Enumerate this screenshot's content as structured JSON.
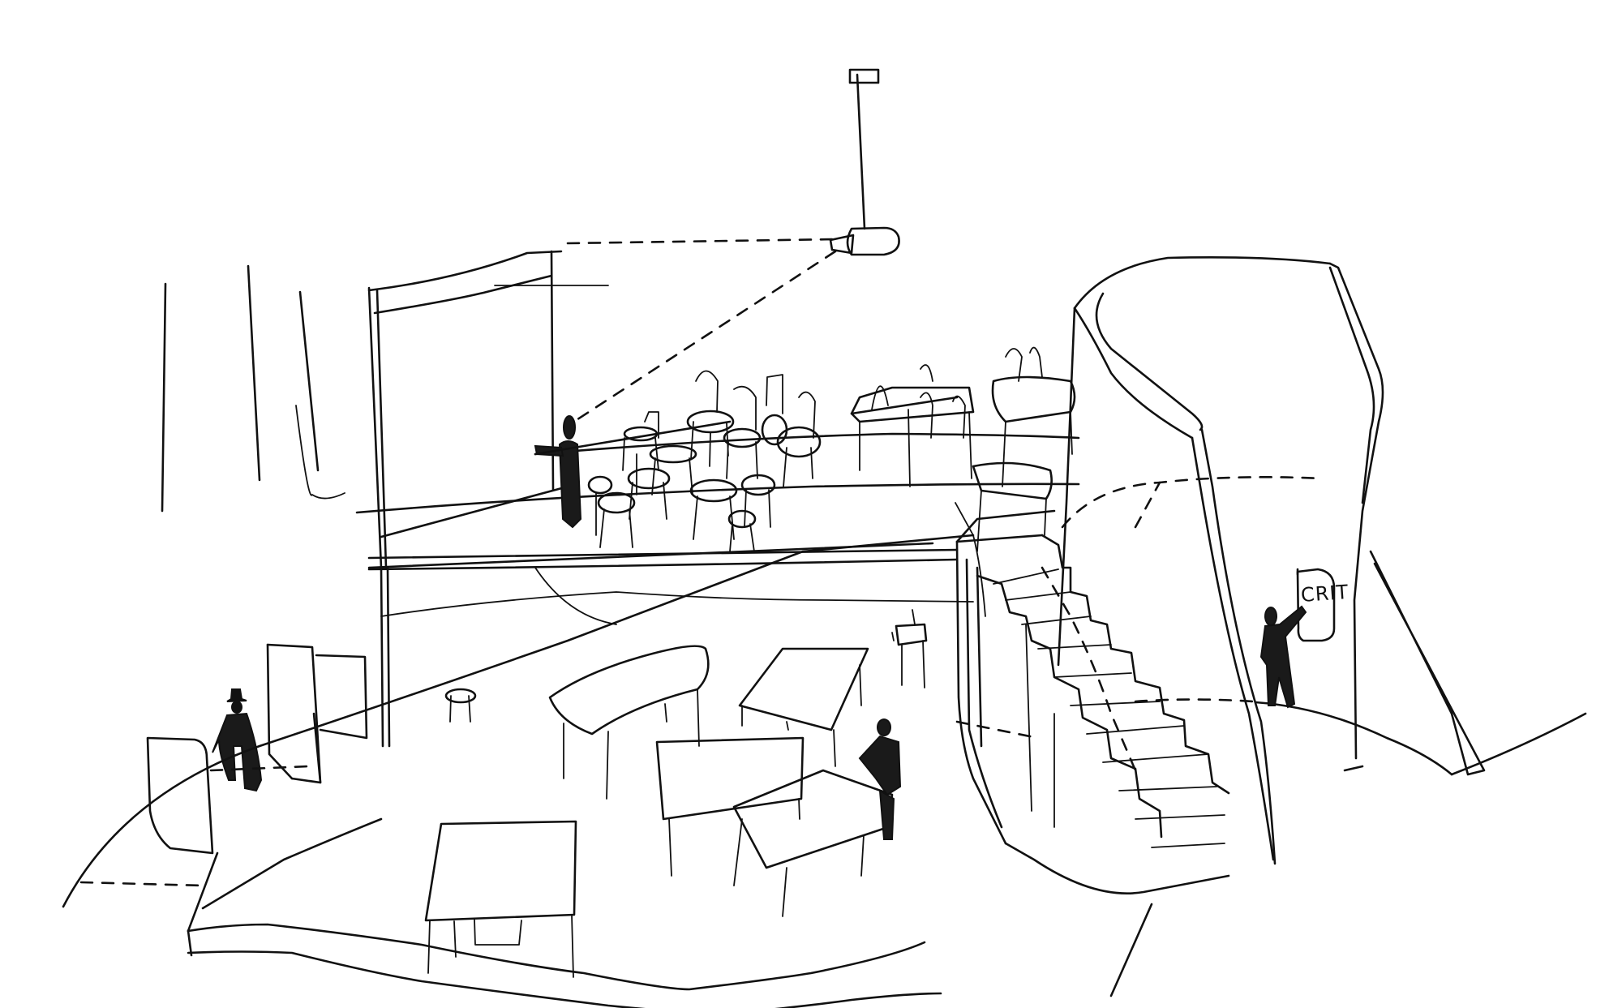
{
  "drawing": {
    "type": "architectural-sketch",
    "medium": "black ink line drawing on white",
    "colors": {
      "ink": "#111111",
      "paper": "#ffffff"
    },
    "elements": [
      "ceiling-projector",
      "projection-screen",
      "mezzanine-with-chairs-and-tables",
      "presenter-figure",
      "spiral-stair",
      "curved-wall",
      "crit-board",
      "pinning-figure",
      "studio-tables",
      "seated-figure",
      "standing-figure-with-hat",
      "partition-panels",
      "floor-edge"
    ]
  },
  "annotations": {
    "crit_sign": "CRIT"
  }
}
